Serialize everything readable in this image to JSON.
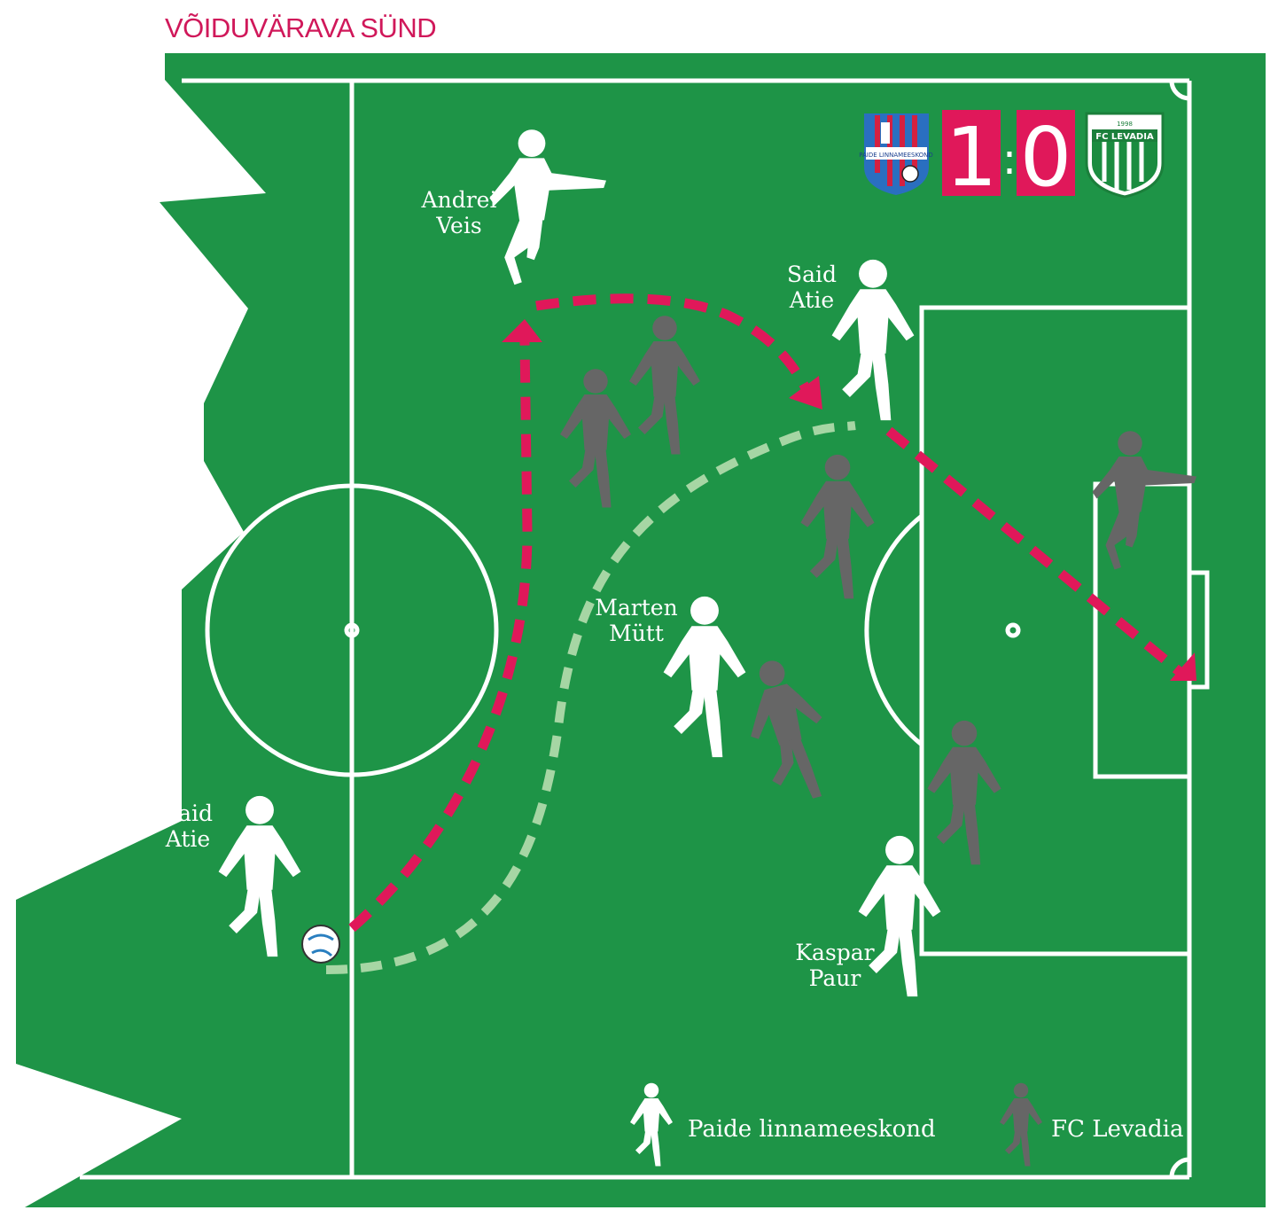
{
  "title": "VÕIDUVÄRAVA SÜND",
  "colors": {
    "pitch": "#1e9447",
    "lines": "#ffffff",
    "home_player": "#ffffff",
    "away_player": "#666666",
    "attack_path": "#e0185a",
    "ball_path": "#a6d6a4",
    "score_box": "#e0185a",
    "title": "#d0185a"
  },
  "score": {
    "home": "1",
    "separator": ":",
    "away": "0"
  },
  "home_badge": {
    "text": "PAIDE LINNAMEESKOND"
  },
  "away_badge": {
    "year": "1998",
    "text": "FC LEVADIA"
  },
  "players": [
    {
      "id": "said-1",
      "line1": "Said",
      "line2": "Atie",
      "team": "home"
    },
    {
      "id": "andrei",
      "line1": "Andrei",
      "line2": "Veis",
      "team": "home"
    },
    {
      "id": "said-2",
      "line1": "Said",
      "line2": "Atie",
      "team": "home"
    },
    {
      "id": "marten",
      "line1": "Marten",
      "line2": "Mütt",
      "team": "home"
    },
    {
      "id": "kaspar",
      "line1": "Kaspar",
      "line2": "Paur",
      "team": "home"
    }
  ],
  "legend": {
    "home": "Paide linnameeskond",
    "away": "FC Levadia"
  }
}
